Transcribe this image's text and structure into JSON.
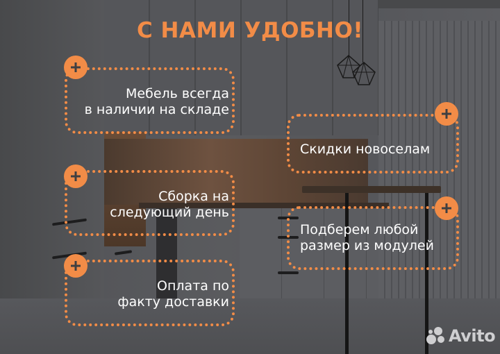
{
  "title": "С НАМИ УДОБНО!",
  "colors": {
    "accent": "#f28c47",
    "plus_glyph": "#3f3f41",
    "text": "#ffffff",
    "background": "#55565a"
  },
  "callouts": [
    {
      "id": "in-stock",
      "line1": "Мебель всегда",
      "line2": "в наличии на складе",
      "align": "right",
      "icon": "plus-icon"
    },
    {
      "id": "discount",
      "line1": "Скидки новоселам",
      "line2": "",
      "align": "left",
      "icon": "plus-icon"
    },
    {
      "id": "assembly",
      "line1": "Сборка на",
      "line2": "следующий день",
      "align": "right",
      "icon": "plus-icon"
    },
    {
      "id": "modules",
      "line1": "Подберем любой",
      "line2": "размер из модулей",
      "align": "left",
      "icon": "plus-icon"
    },
    {
      "id": "payment",
      "line1": "Оплата по",
      "line2": "факту доставки",
      "align": "right",
      "icon": "plus-icon"
    }
  ],
  "watermark": {
    "brand": "Avito",
    "icon": "avito-dots-icon"
  }
}
